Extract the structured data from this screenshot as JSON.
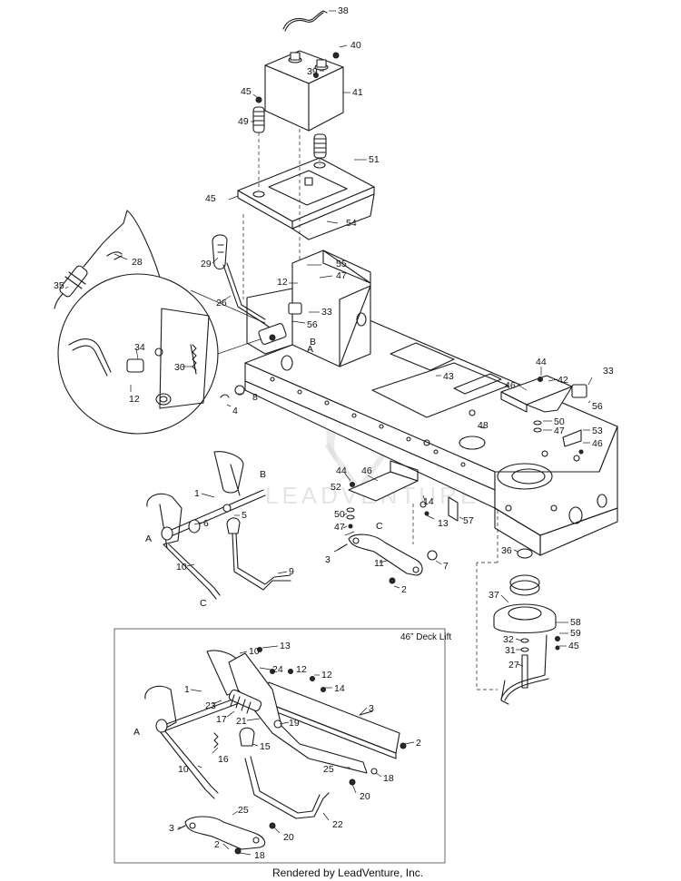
{
  "inset": {
    "title": "46” Deck Lift"
  },
  "footer": {
    "credit": "Rendered by LeadVenture, Inc."
  },
  "watermark": {
    "text": "LEADVENTURE"
  },
  "reference_letters": {
    "main": [
      "A",
      "B",
      "B",
      "A",
      "C",
      "C"
    ],
    "inset": [
      "A"
    ]
  },
  "callouts": {
    "main": [
      "38",
      "40",
      "39",
      "41",
      "45",
      "49",
      "51",
      "45",
      "54",
      "28",
      "29",
      "55",
      "47",
      "12",
      "26",
      "35",
      "56",
      "33",
      "34",
      "30",
      "12",
      "8",
      "4",
      "43",
      "44",
      "46",
      "42",
      "33",
      "56",
      "50",
      "47",
      "48",
      "53",
      "46",
      "1",
      "5",
      "6",
      "9",
      "10",
      "44",
      "46",
      "50",
      "47",
      "14",
      "13",
      "57",
      "52",
      "3",
      "11",
      "2",
      "7",
      "36",
      "37",
      "58",
      "59",
      "45",
      "32",
      "31",
      "27",
      "A",
      "B",
      "C"
    ],
    "inset": [
      "13",
      "10",
      "24",
      "12",
      "12",
      "14",
      "1",
      "23",
      "17",
      "21",
      "19",
      "3",
      "2",
      "15",
      "16",
      "10",
      "25",
      "18",
      "20",
      "22",
      "25",
      "3",
      "20",
      "2",
      "18"
    ]
  }
}
